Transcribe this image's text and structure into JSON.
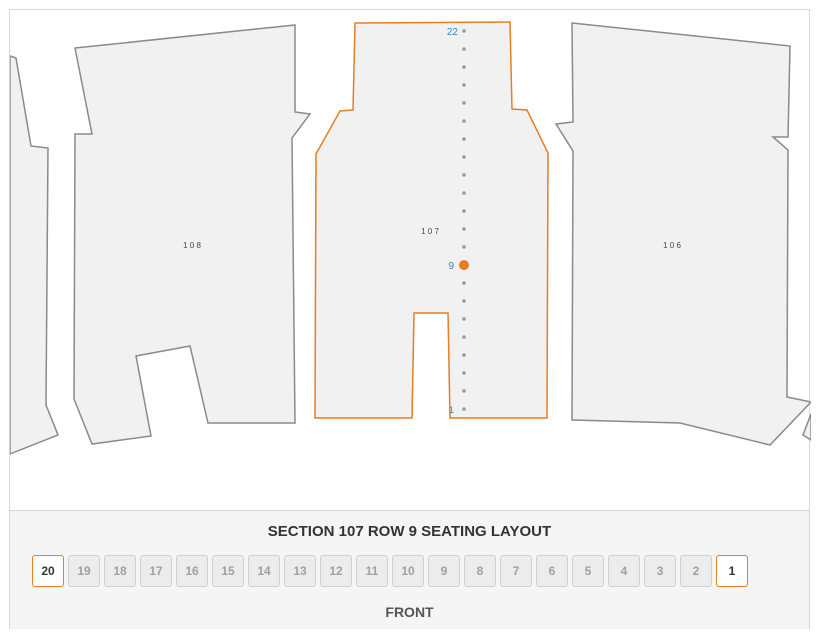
{
  "sections": [
    {
      "id": "108",
      "label": "1 0 8",
      "selected": false
    },
    {
      "id": "107",
      "label": "1 0 7",
      "selected": true
    },
    {
      "id": "106",
      "label": "1 0 6",
      "selected": false
    }
  ],
  "row_labels": {
    "top": "22",
    "selected": "9",
    "bottom": "1"
  },
  "layout": {
    "title": "SECTION 107 ROW 9 SEATING LAYOUT",
    "seats": [
      "20",
      "19",
      "18",
      "17",
      "16",
      "15",
      "14",
      "13",
      "12",
      "11",
      "10",
      "9",
      "8",
      "7",
      "6",
      "5",
      "4",
      "3",
      "2",
      "1"
    ],
    "end_seats": [
      "20",
      "1"
    ],
    "front_label": "FRONT"
  },
  "colors": {
    "accent": "#e67e22",
    "row_label": "#2f86c9",
    "section_fill": "#f1f1f1",
    "section_stroke": "#8a8a8a",
    "dot": "#999999"
  }
}
